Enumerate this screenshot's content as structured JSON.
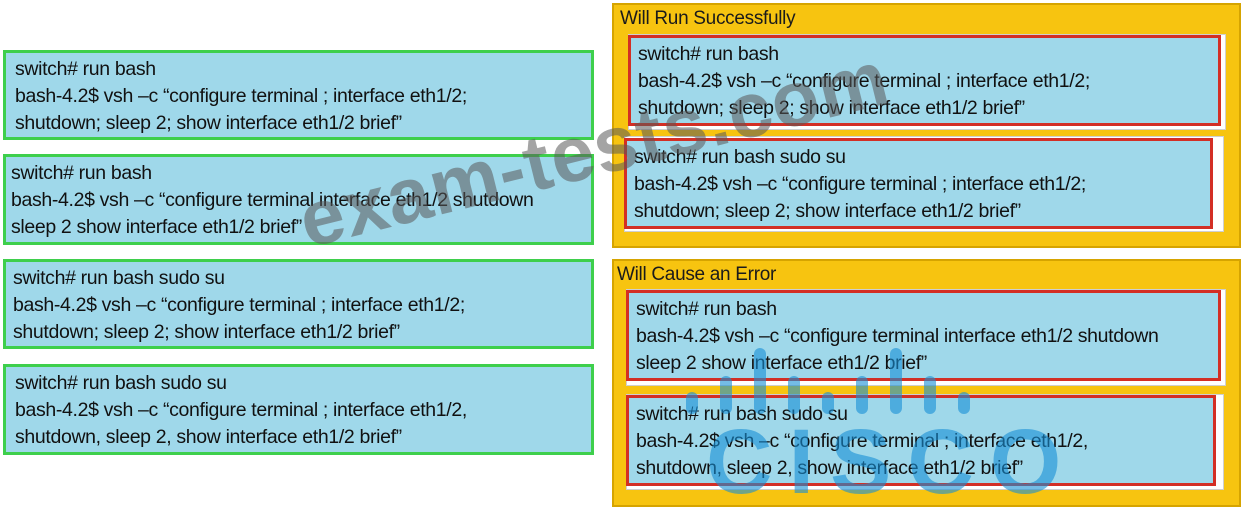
{
  "sources": [
    {
      "lines": [
        "switch# run bash",
        "bash-4.2$ vsh –c “configure terminal ; interface eth1/2;",
        "shutdown; sleep 2; show interface eth1/2 brief”"
      ]
    },
    {
      "lines": [
        "switch# run bash",
        "bash-4.2$ vsh –c “configure terminal  interface eth1/2 shutdown",
        "sleep 2 show interface eth1/2 brief”"
      ]
    },
    {
      "lines": [
        "switch# run bash sudo su",
        "bash-4.2$ vsh –c “configure terminal ; interface eth1/2;",
        "shutdown; sleep 2; show interface eth1/2 brief”"
      ]
    },
    {
      "lines": [
        "switch# run bash sudo su",
        "bash-4.2$ vsh –c “configure terminal ; interface eth1/2,",
        "shutdown, sleep 2, show interface eth1/2 brief”"
      ]
    }
  ],
  "zones": [
    {
      "label": "Will Run Successfully",
      "items": [
        {
          "lines": [
            "switch# run bash",
            "bash-4.2$ vsh –c “configure terminal ; interface eth1/2;",
            "shutdown; sleep 2; show interface eth1/2 brief”"
          ]
        },
        {
          "lines": [
            "switch# run bash sudo su",
            "bash-4.2$ vsh –c “configure terminal ; interface eth1/2;",
            "shutdown; sleep 2; show interface eth1/2 brief”"
          ]
        }
      ]
    },
    {
      "label": "Will Cause an Error",
      "items": [
        {
          "lines": [
            "switch# run bash",
            "bash-4.2$ vsh –c “configure terminal  interface eth1/2 shutdown",
            "sleep 2 show interface eth1/2 brief”"
          ]
        },
        {
          "lines": [
            "switch# run bash sudo su",
            "bash-4.2$ vsh –c “configure terminal ; interface eth1/2,",
            "shutdown, sleep 2, show interface eth1/2 brief”"
          ]
        }
      ]
    }
  ],
  "watermark": "exam-tests.com",
  "logo_text": "CISCO",
  "colors": {
    "snippet_fill": "#9fd8ea",
    "source_border": "#3ecf4c",
    "target_border": "#d32f25",
    "zone_fill": "#f7c410"
  }
}
